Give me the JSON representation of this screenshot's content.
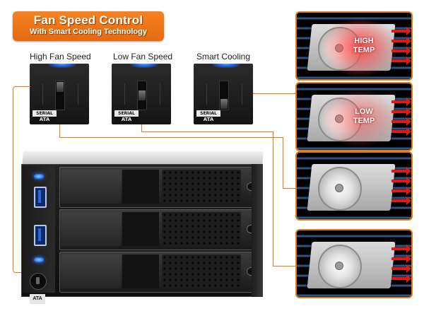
{
  "banner": {
    "title": "Fan Speed Control",
    "subtitle": "With Smart Cooling Technology"
  },
  "modes": [
    {
      "label": "High Fan Speed",
      "switch_position": "top"
    },
    {
      "label": "Low Fan Speed",
      "switch_position": "middle"
    },
    {
      "label": "Smart Cooling",
      "switch_position": "bottom"
    }
  ],
  "switch_badge": {
    "top": "SERIAL",
    "bottom": "ATA"
  },
  "enclosure": {
    "badge": "ATA",
    "trays": 3,
    "usb_ports": 2
  },
  "hdd_panels": [
    {
      "temp_label_line1": "HIGH",
      "temp_label_line2": "TEMP",
      "heat": "high"
    },
    {
      "temp_label_line1": "LOW",
      "temp_label_line2": "TEMP",
      "heat": "low"
    },
    {
      "heat": "none"
    },
    {
      "heat": "none"
    }
  ],
  "colors": {
    "accent": "#e07b1a",
    "airflow": "#5a96eb",
    "heat": "#e01818",
    "led": "#2a7bff"
  }
}
